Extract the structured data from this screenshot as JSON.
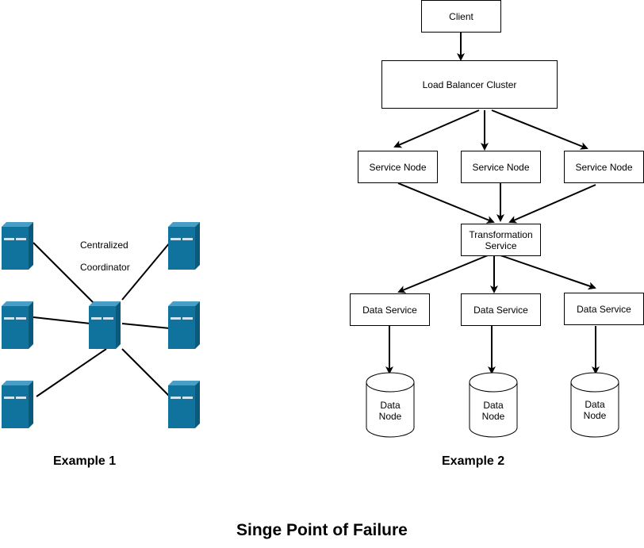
{
  "title": "Singe Point of Failure",
  "example1": {
    "label": "Example 1",
    "coordinator_label_line1": "Centralized",
    "coordinator_label_line2": "Coordinator",
    "server_icon": "server-icon"
  },
  "example2": {
    "label": "Example 2",
    "client": "Client",
    "load_balancer": "Load Balancer Cluster",
    "service_nodes": [
      "Service Node",
      "Service Node",
      "Service Node"
    ],
    "transformation_line1": "Transformation",
    "transformation_line2": "Service",
    "data_services": [
      "Data Service",
      "Data Service",
      "Data Service"
    ],
    "data_node_line1": "Data",
    "data_node_line2": "Node"
  },
  "colors": {
    "server_front": "#10739e",
    "server_side": "#0a5a7e",
    "server_top": "#4a9ec6",
    "line": "#000000"
  }
}
